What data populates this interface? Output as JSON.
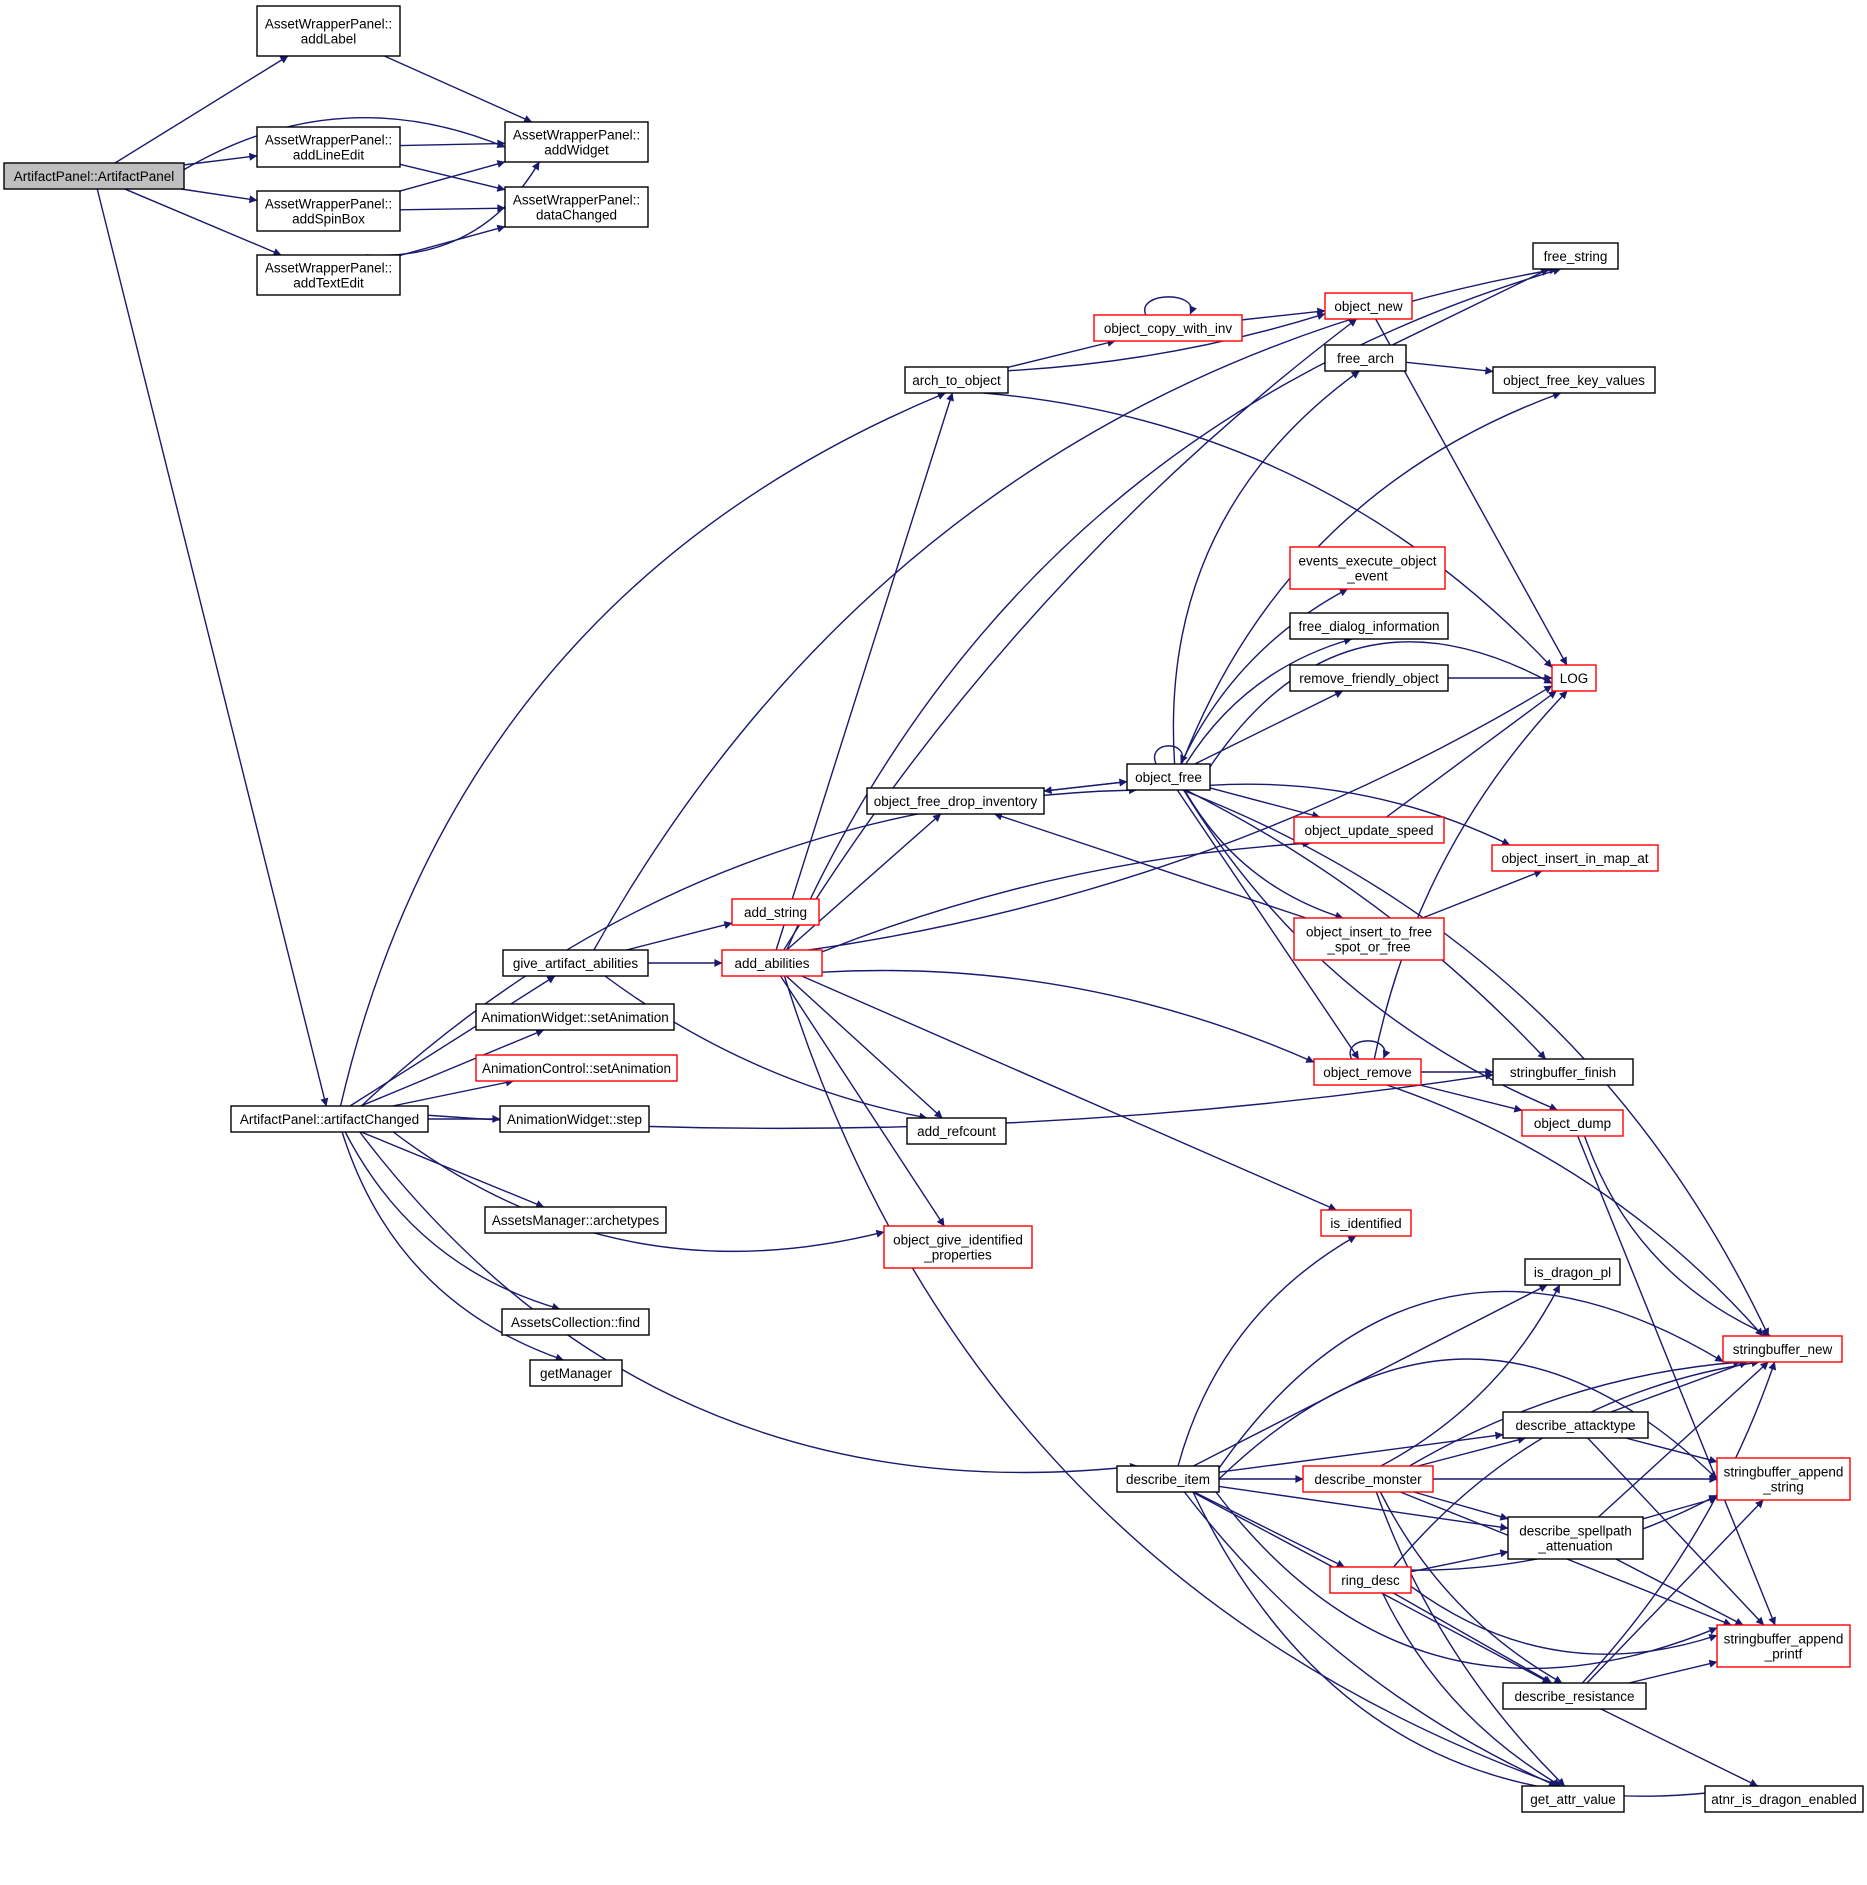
{
  "diagram": {
    "title": "",
    "colors": {
      "edge": "#191970",
      "node_border": "#000000",
      "node_border_incomplete": "#ff0000",
      "root_fill": "#bfbfbf",
      "node_fill": "#ffffff"
    },
    "nodes": [
      {
        "id": "artifactpanel-ctor",
        "lines": [
          "ArtifactPanel::ArtifactPanel"
        ],
        "root": true,
        "incomplete": false
      },
      {
        "id": "addlabel",
        "lines": [
          "AssetWrapperPanel::",
          "addLabel"
        ],
        "incomplete": false
      },
      {
        "id": "addwidget",
        "lines": [
          "AssetWrapperPanel::",
          "addWidget"
        ],
        "incomplete": false
      },
      {
        "id": "addlineedit",
        "lines": [
          "AssetWrapperPanel::",
          "addLineEdit"
        ],
        "incomplete": false
      },
      {
        "id": "datachanged",
        "lines": [
          "AssetWrapperPanel::",
          "dataChanged"
        ],
        "incomplete": false
      },
      {
        "id": "addspinbox",
        "lines": [
          "AssetWrapperPanel::",
          "addSpinBox"
        ],
        "incomplete": false
      },
      {
        "id": "addtextedit",
        "lines": [
          "AssetWrapperPanel::",
          "addTextEdit"
        ],
        "incomplete": false
      },
      {
        "id": "free-string",
        "lines": [
          "free_string"
        ],
        "incomplete": false
      },
      {
        "id": "object-copy-with-inv",
        "lines": [
          "object_copy_with_inv"
        ],
        "incomplete": true
      },
      {
        "id": "object-new",
        "lines": [
          "object_new"
        ],
        "incomplete": true
      },
      {
        "id": "arch-to-object",
        "lines": [
          "arch_to_object"
        ],
        "incomplete": false
      },
      {
        "id": "free-arch",
        "lines": [
          "free_arch"
        ],
        "incomplete": false
      },
      {
        "id": "object-free-key-values",
        "lines": [
          "object_free_key_values"
        ],
        "incomplete": false
      },
      {
        "id": "events-execute-object-event",
        "lines": [
          "events_execute_object",
          "_event"
        ],
        "incomplete": true
      },
      {
        "id": "free-dialog-information",
        "lines": [
          "free_dialog_information"
        ],
        "incomplete": false
      },
      {
        "id": "remove-friendly-object",
        "lines": [
          "remove_friendly_object"
        ],
        "incomplete": false
      },
      {
        "id": "log",
        "lines": [
          "LOG"
        ],
        "incomplete": true
      },
      {
        "id": "object-free",
        "lines": [
          "object_free"
        ],
        "incomplete": false
      },
      {
        "id": "object-free-drop-inventory",
        "lines": [
          "object_free_drop_inventory"
        ],
        "incomplete": false
      },
      {
        "id": "object-update-speed",
        "lines": [
          "object_update_speed"
        ],
        "incomplete": true
      },
      {
        "id": "object-insert-in-map-at",
        "lines": [
          "object_insert_in_map_at"
        ],
        "incomplete": true
      },
      {
        "id": "add-string",
        "lines": [
          "add_string"
        ],
        "incomplete": true
      },
      {
        "id": "object-insert-to-free-spot",
        "lines": [
          "object_insert_to_free",
          "_spot_or_free"
        ],
        "incomplete": true
      },
      {
        "id": "give-artifact-abilities",
        "lines": [
          "give_artifact_abilities"
        ],
        "incomplete": false
      },
      {
        "id": "add-abilities",
        "lines": [
          "add_abilities"
        ],
        "incomplete": true
      },
      {
        "id": "animationwidget-setanimation",
        "lines": [
          "AnimationWidget::setAnimation"
        ],
        "incomplete": false
      },
      {
        "id": "object-remove",
        "lines": [
          "object_remove"
        ],
        "incomplete": true
      },
      {
        "id": "stringbuffer-finish",
        "lines": [
          "stringbuffer_finish"
        ],
        "incomplete": false
      },
      {
        "id": "animationcontrol-setanimation",
        "lines": [
          "AnimationControl::setAnimation"
        ],
        "incomplete": true
      },
      {
        "id": "artifactchanged",
        "lines": [
          "ArtifactPanel::artifactChanged"
        ],
        "incomplete": false
      },
      {
        "id": "animationwidget-step",
        "lines": [
          "AnimationWidget::step"
        ],
        "incomplete": false
      },
      {
        "id": "object-dump",
        "lines": [
          "object_dump"
        ],
        "incomplete": true
      },
      {
        "id": "add-refcount",
        "lines": [
          "add_refcount"
        ],
        "incomplete": false
      },
      {
        "id": "assetsmanager-archetypes",
        "lines": [
          "AssetsManager::archetypes"
        ],
        "incomplete": false
      },
      {
        "id": "is-identified",
        "lines": [
          "is_identified"
        ],
        "incomplete": true
      },
      {
        "id": "object-give-identified-properties",
        "lines": [
          "object_give_identified",
          "_properties"
        ],
        "incomplete": true
      },
      {
        "id": "is-dragon-pl",
        "lines": [
          "is_dragon_pl"
        ],
        "incomplete": false
      },
      {
        "id": "assetscollection-find",
        "lines": [
          "AssetsCollection::find"
        ],
        "incomplete": false
      },
      {
        "id": "stringbuffer-new",
        "lines": [
          "stringbuffer_new"
        ],
        "incomplete": true
      },
      {
        "id": "getmanager",
        "lines": [
          "getManager"
        ],
        "incomplete": false
      },
      {
        "id": "describe-attacktype",
        "lines": [
          "describe_attacktype"
        ],
        "incomplete": false
      },
      {
        "id": "describe-item",
        "lines": [
          "describe_item"
        ],
        "incomplete": false
      },
      {
        "id": "describe-monster",
        "lines": [
          "describe_monster"
        ],
        "incomplete": true
      },
      {
        "id": "stringbuffer-append-string",
        "lines": [
          "stringbuffer_append",
          "_string"
        ],
        "incomplete": true
      },
      {
        "id": "describe-spellpath-attenuation",
        "lines": [
          "describe_spellpath",
          "_attenuation"
        ],
        "incomplete": false
      },
      {
        "id": "ring-desc",
        "lines": [
          "ring_desc"
        ],
        "incomplete": true
      },
      {
        "id": "stringbuffer-append-printf",
        "lines": [
          "stringbuffer_append",
          "_printf"
        ],
        "incomplete": true
      },
      {
        "id": "describe-resistance",
        "lines": [
          "describe_resistance"
        ],
        "incomplete": false
      },
      {
        "id": "get-attr-value",
        "lines": [
          "get_attr_value"
        ],
        "incomplete": false
      },
      {
        "id": "atnr-is-dragon-enabled",
        "lines": [
          "atnr_is_dragon_enabled"
        ],
        "incomplete": false
      }
    ]
  }
}
